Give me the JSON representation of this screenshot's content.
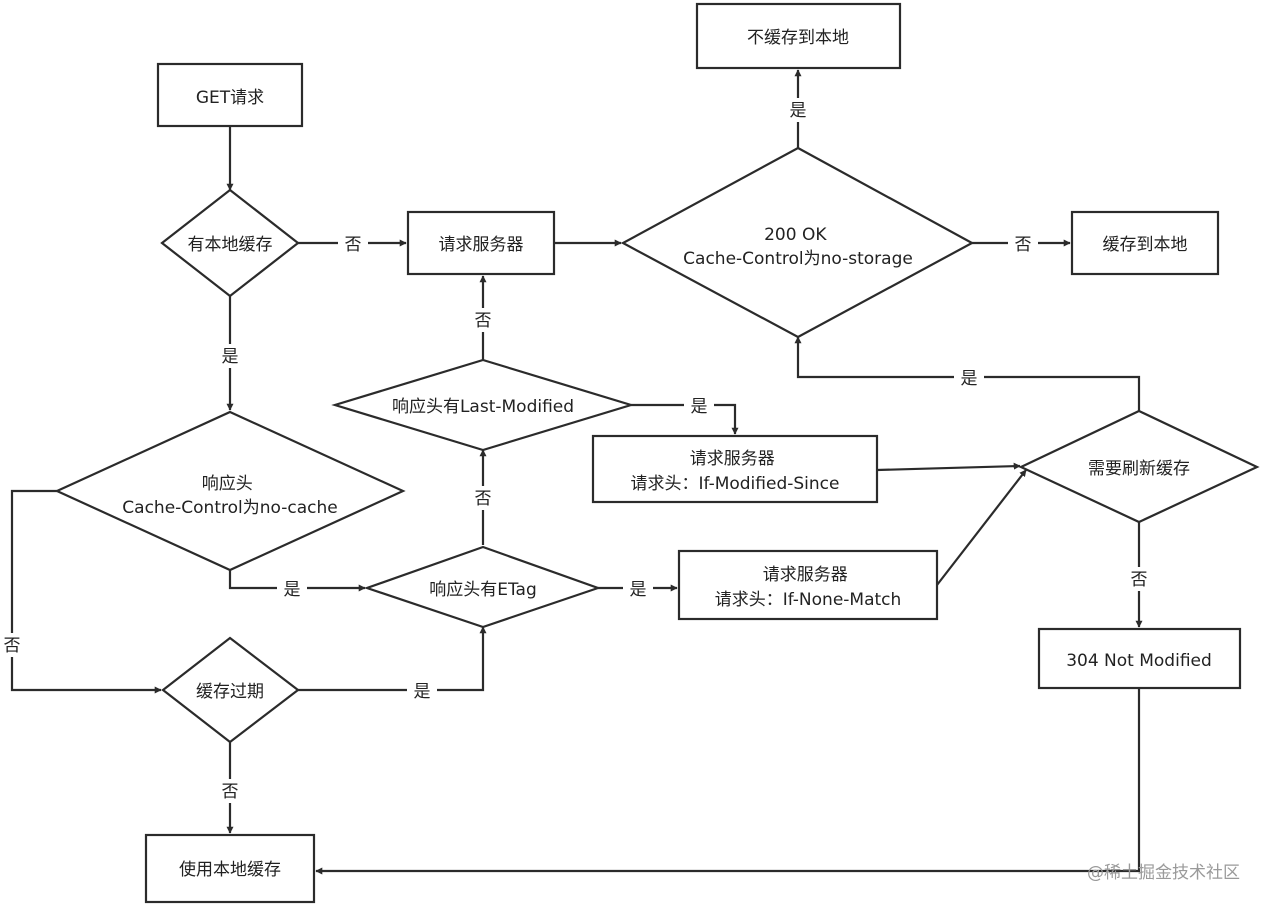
{
  "nodes": {
    "get_request": {
      "lines": [
        "GET请求"
      ]
    },
    "has_local_cache": {
      "lines": [
        "有本地缓存"
      ]
    },
    "request_server_top": {
      "lines": [
        "请求服务器"
      ]
    },
    "no_cache_to_local": {
      "lines": [
        "不缓存到本地"
      ]
    },
    "status_200_no_storage": {
      "lines": [
        "200 OK",
        "Cache-Control为no-storage"
      ]
    },
    "cache_to_local": {
      "lines": [
        "缓存到本地"
      ]
    },
    "has_last_modified": {
      "lines": [
        "响应头有Last-Modified"
      ]
    },
    "request_if_modified_since": {
      "lines": [
        "请求服务器",
        "请求头：If-Modified-Since"
      ]
    },
    "need_refresh_cache": {
      "lines": [
        "需要刷新缓存"
      ]
    },
    "response_no_cache": {
      "lines": [
        "响应头",
        "Cache-Control为no-cache"
      ]
    },
    "has_etag": {
      "lines": [
        "响应头有ETag"
      ]
    },
    "request_if_none_match": {
      "lines": [
        "请求服务器",
        "请求头：If-None-Match"
      ]
    },
    "not_modified_304": {
      "lines": [
        "304 Not Modified"
      ]
    },
    "cache_expired": {
      "lines": [
        "缓存过期"
      ]
    },
    "use_local_cache": {
      "lines": [
        "使用本地缓存"
      ]
    }
  },
  "edge_labels": {
    "has_cache_no": "否",
    "has_cache_yes": "是",
    "no_storage_yes": "是",
    "no_storage_no": "否",
    "last_modified_no": "否",
    "last_modified_yes": "是",
    "etag_no": "否",
    "etag_yes": "是",
    "no_cache_yes": "是",
    "no_cache_no": "否",
    "expired_yes": "是",
    "expired_no": "否",
    "refresh_yes": "是",
    "refresh_no": "否"
  },
  "watermark": "@稀土掘金技术社区"
}
